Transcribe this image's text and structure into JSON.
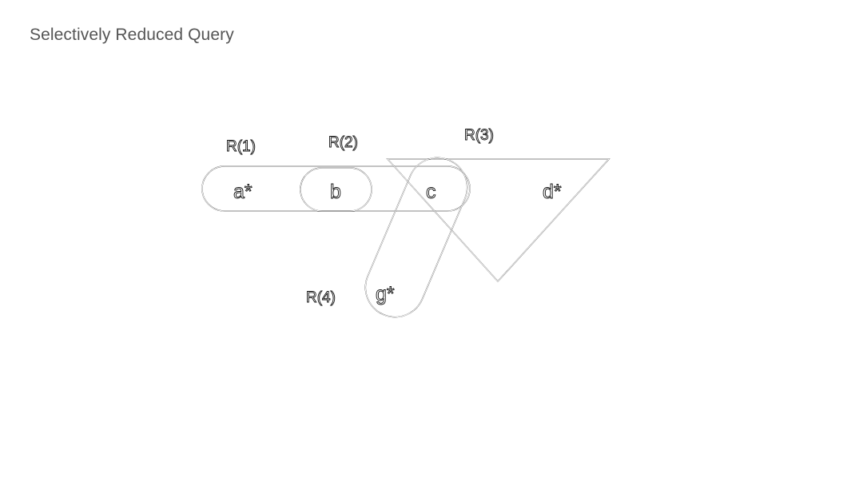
{
  "title": "Selectively Reduced Query",
  "relations": [
    {
      "label": "R(1)"
    },
    {
      "label": "R(2)"
    },
    {
      "label": "R(3)"
    },
    {
      "label": "R(4)"
    }
  ],
  "vertices": [
    {
      "label": "a*"
    },
    {
      "label": "b"
    },
    {
      "label": "c"
    },
    {
      "label": "d*"
    },
    {
      "label": "g*"
    }
  ],
  "colors": {
    "title": "#555555",
    "stroke": "#111111",
    "background": "#ffffff"
  }
}
